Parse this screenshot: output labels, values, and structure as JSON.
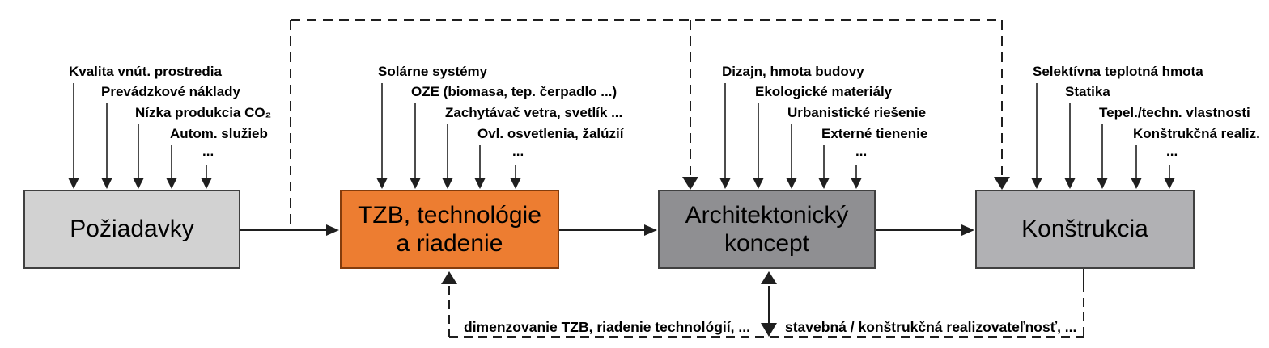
{
  "diagram": {
    "nodes": [
      {
        "id": "poziadavky",
        "lines": [
          "Požiadavky"
        ],
        "fill": "#d2d2d2",
        "border": "#404040"
      },
      {
        "id": "tzb-technologie",
        "lines": [
          "TZB, technológie",
          "a riadenie"
        ],
        "fill": "#ed7d31",
        "border": "#843c0c"
      },
      {
        "id": "architektonicky-koncept",
        "lines": [
          "Architektonický",
          "koncept"
        ],
        "fill": "#8f8f92",
        "border": "#404040"
      },
      {
        "id": "konstrukcia",
        "lines": [
          "Konštrukcia"
        ],
        "fill": "#b1b1b4",
        "border": "#404040"
      }
    ],
    "input_groups": [
      {
        "target": "Požiadavky",
        "labels": [
          "Kvalita vnút. prostredia",
          "Prevádzkové náklady",
          "Nízka produkcia CO₂",
          "Autom. služieb",
          "..."
        ]
      },
      {
        "target": "TZB, technológie a riadenie",
        "labels": [
          "Solárne systémy",
          "OZE (biomasa, tep. čerpadlo ...)",
          "Zachytávač vetra, svetlík ...",
          "Ovl. osvetlenia, žalúzií",
          "..."
        ]
      },
      {
        "target": "Architektonický koncept",
        "labels": [
          "Dizajn, hmota budovy",
          "Ekologické materiály",
          "Urbanistické riešenie",
          "Externé tienenie",
          "..."
        ]
      },
      {
        "target": "Konštrukcia",
        "labels": [
          "Selektívna teplotná hmota",
          "Statika",
          "Tepel./techn. vlastnosti",
          "Konštrukčná realiz.",
          "..."
        ]
      }
    ],
    "feedback_labels": [
      "dimenzovanie TZB, riadenie technológií, ...",
      "stavebná / konštrukčná realizovateľnosť, ..."
    ],
    "colors": {
      "line": "#1f1f1f",
      "text": "#000000"
    }
  }
}
